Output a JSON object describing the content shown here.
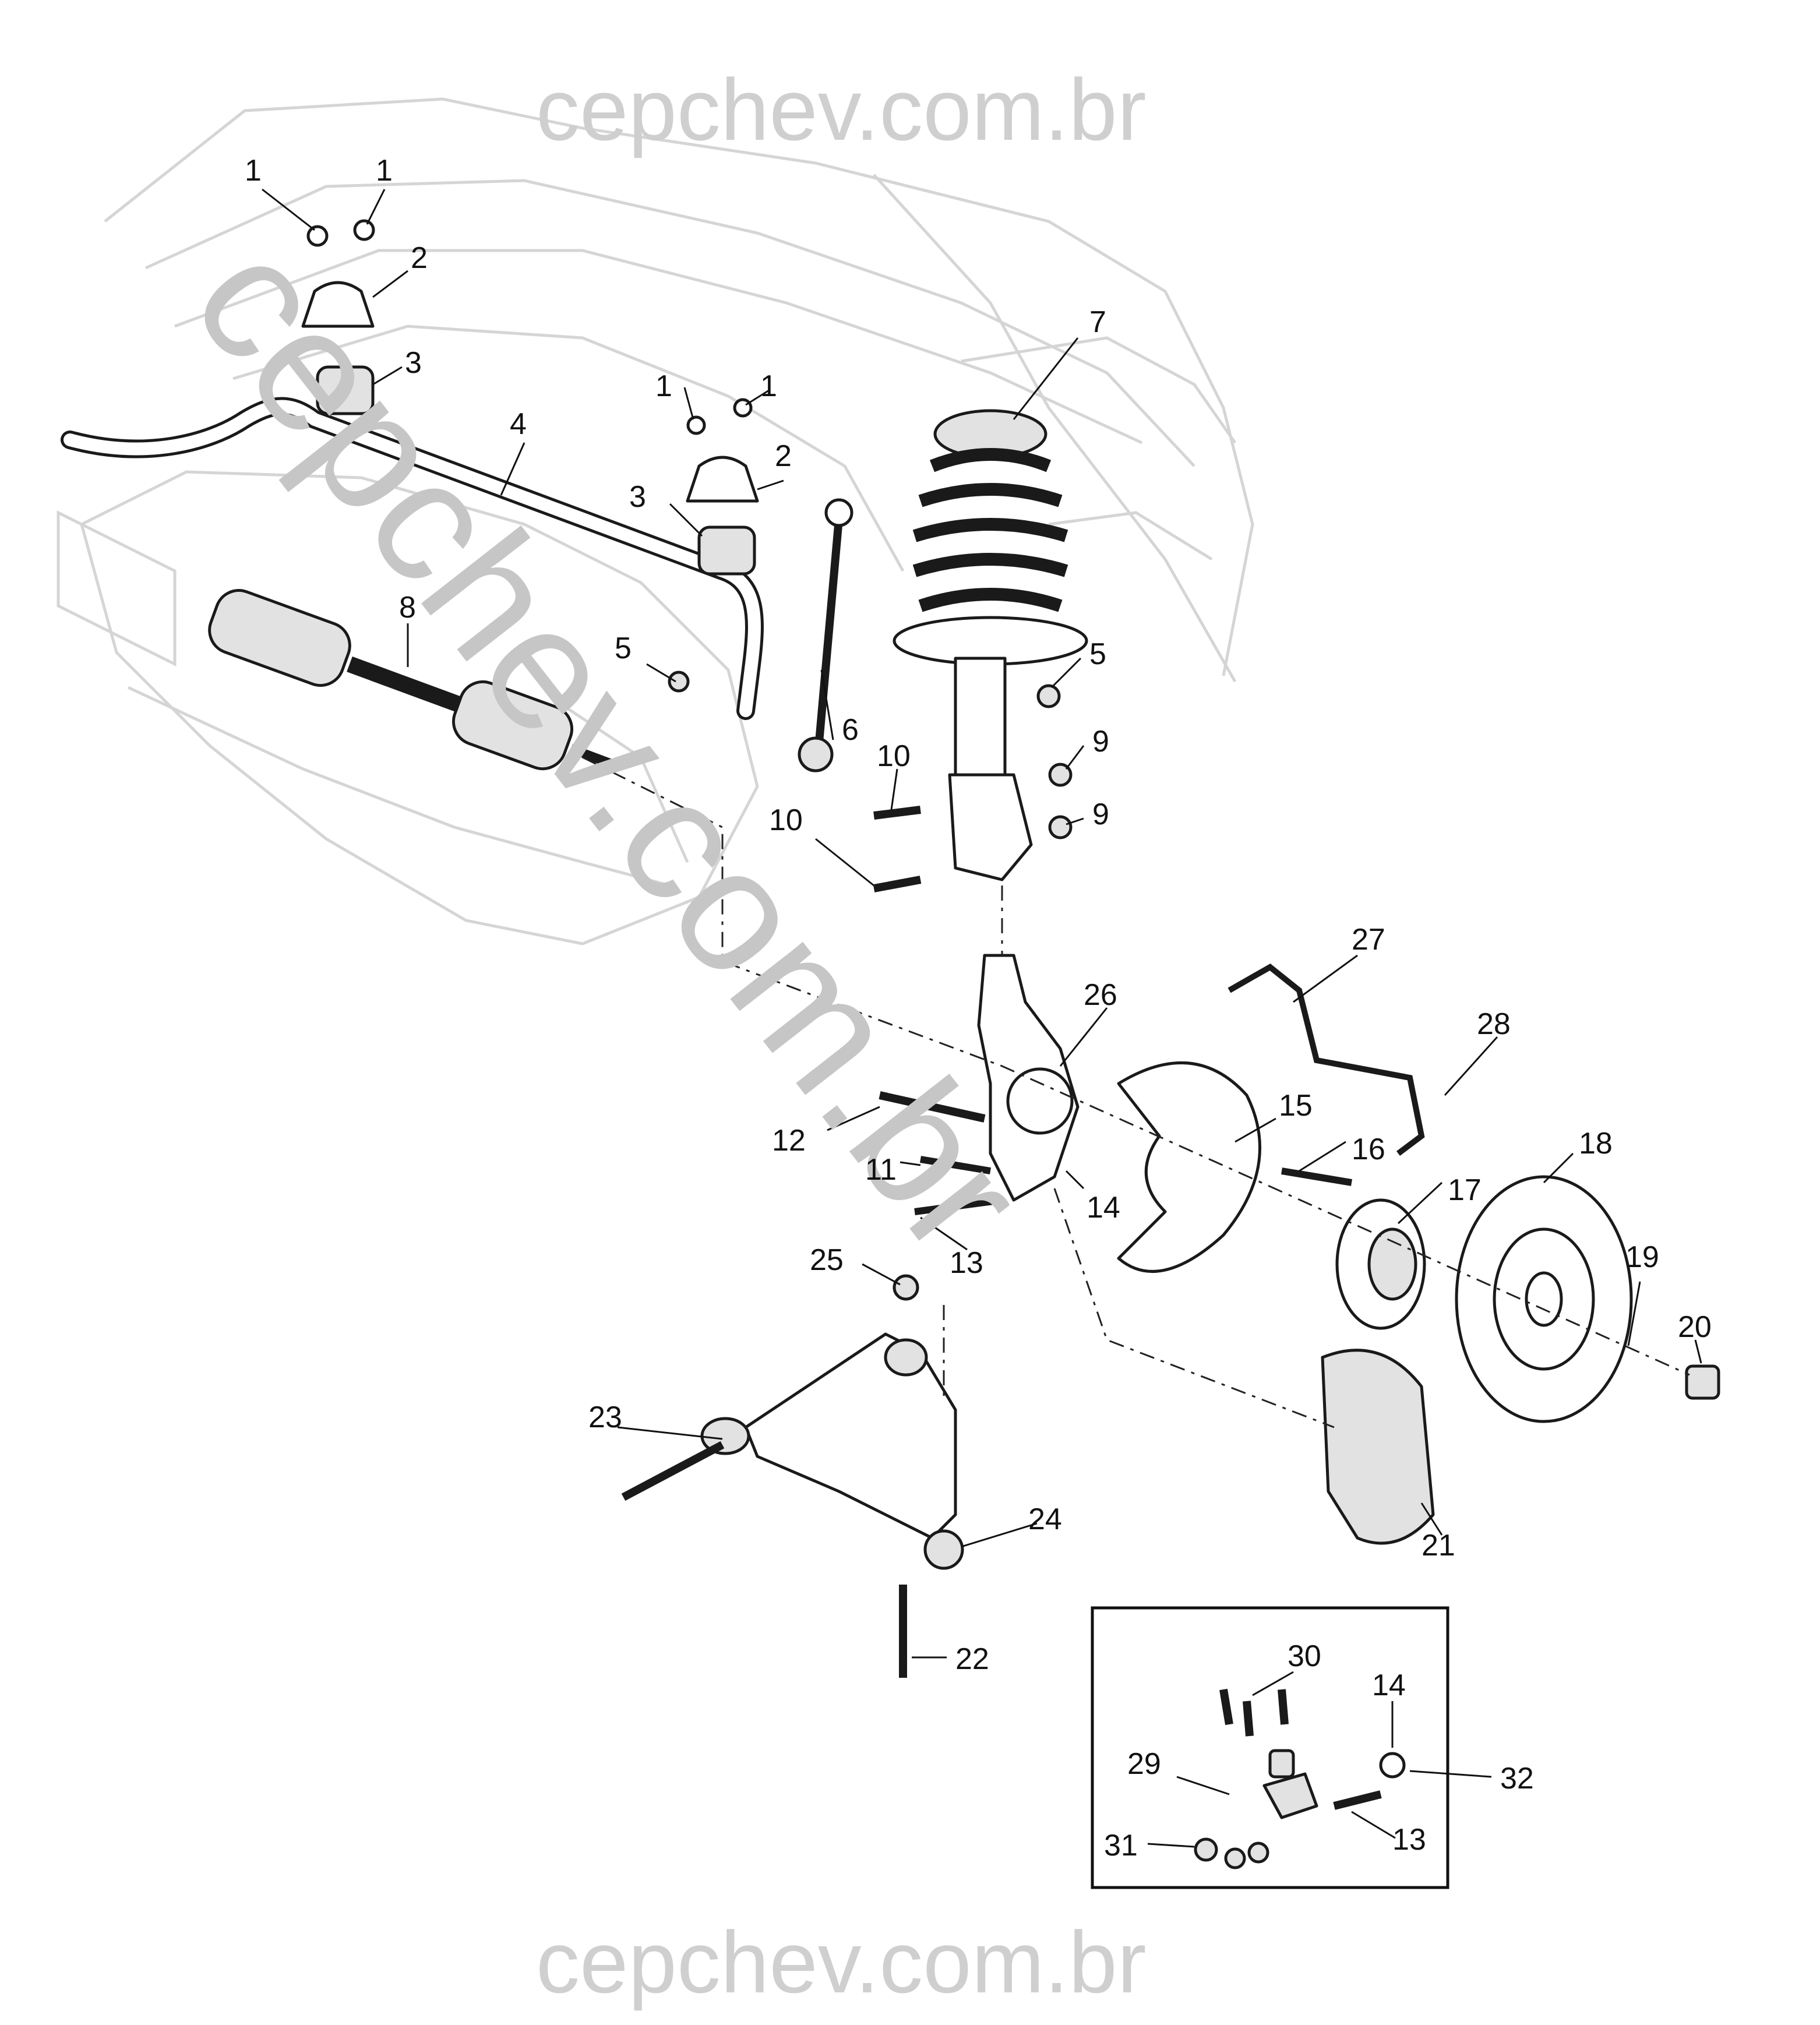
{
  "watermark": {
    "top": "cepchev.com.br",
    "bottom": "cepchev.com.br",
    "diagonal": "cepchev.com.br"
  },
  "callouts": [
    "1",
    "1",
    "2",
    "3",
    "4",
    "1",
    "1",
    "2",
    "3",
    "5",
    "6",
    "7",
    "5",
    "8",
    "9",
    "9",
    "10",
    "10",
    "27",
    "28",
    "26",
    "15",
    "12",
    "16",
    "11",
    "14",
    "17",
    "18",
    "13",
    "19",
    "25",
    "20",
    "23",
    "24",
    "21",
    "22",
    "30",
    "14",
    "32",
    "29",
    "31",
    "13"
  ],
  "colors": {
    "background": "#ffffff",
    "line_art": "#1a1a1a",
    "ghost_body": "#d5d5d5",
    "watermark": "#c6c6c6"
  }
}
